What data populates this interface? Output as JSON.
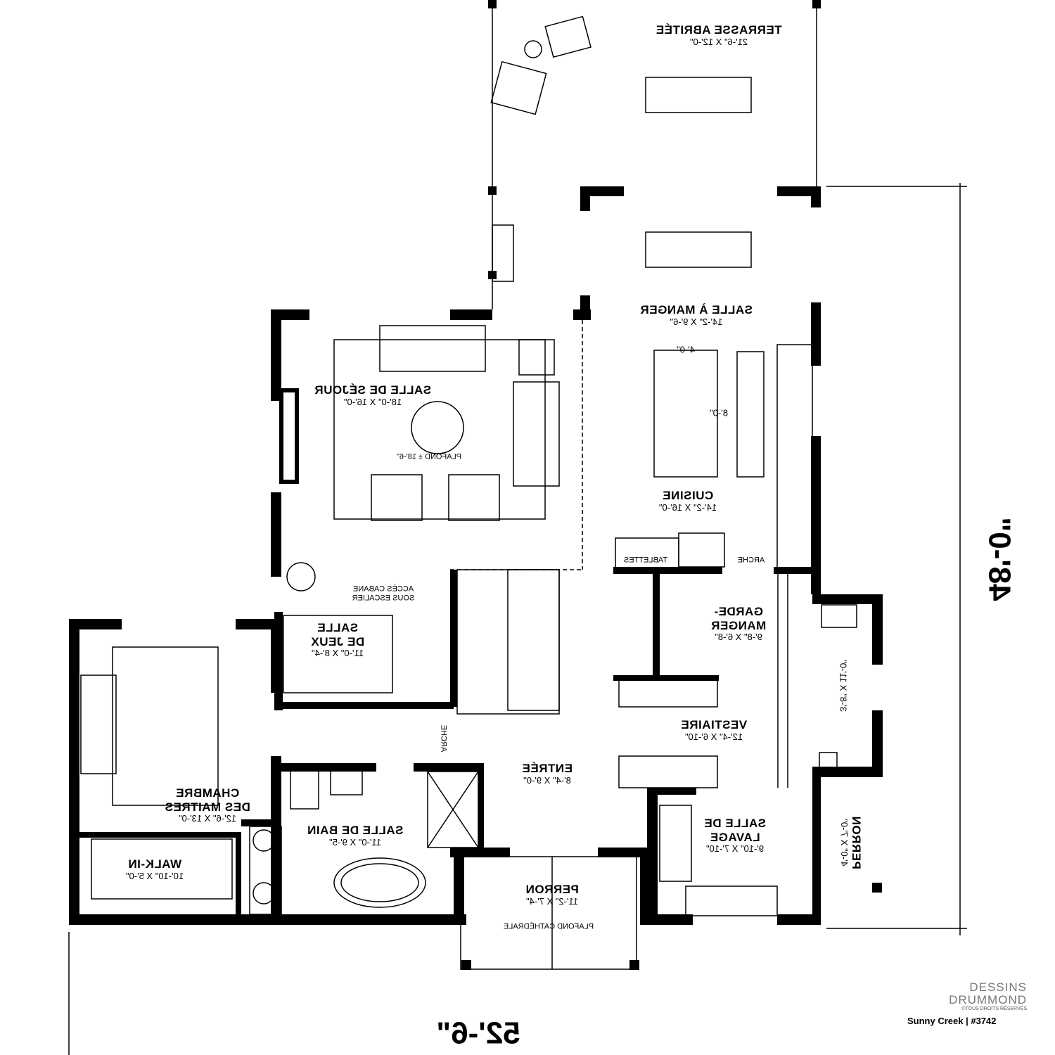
{
  "rooms": {
    "terrasse": {
      "name": "TERRASSE ABRITÉE",
      "dims": "21'-6\" X 12'-0\""
    },
    "salle_manger": {
      "name": "SALLE À MANGER",
      "dims": "14'-2\" X 9'-6\""
    },
    "sejour": {
      "name": "SALLE DE SÉJOUR",
      "dims": "18'-0\" X 16'-0\"",
      "note": "PLAFOND ± 18'-6\""
    },
    "cuisine": {
      "name": "CUISINE",
      "dims": "14'-2\" X 16'-0\"",
      "island_w": "4'-0\"",
      "island_l": "8'-0\""
    },
    "jeux": {
      "name1": "SALLE",
      "name2": "DE JEUX",
      "dims": "11'-0\" X 8'-4\""
    },
    "garde_manger": {
      "name1": "GARDE-",
      "name2": "MANGER",
      "dims": "9'-8\" X 6'-8\""
    },
    "vestiaire": {
      "name": "VESTIAIRE",
      "dims": "12'-4\" X 6'-10\""
    },
    "entree": {
      "name": "ENTRÉE",
      "dims": "8'-4\" X 9'-0\""
    },
    "chambre": {
      "name1": "CHAMBRE",
      "name2": "DES MAITRES",
      "dims": "12'-6\" X 13'-0\""
    },
    "bain": {
      "name": "SALLE DE BAIN",
      "dims": "11'-0\" X 9'-5\""
    },
    "lavage": {
      "name1": "SALLE DE",
      "name2": "LAVAGE",
      "dims": "9'-10\" X 7'-10\""
    },
    "walkin": {
      "name": "WALK-IN",
      "dims": "10'-10\" X 5'-0\""
    },
    "perron": {
      "name": "PERRON",
      "dims": "11'-2\" X 7'-4\"",
      "note": "PLAFOND CATHÉDRALE"
    },
    "perron_side": {
      "name": "PERRON",
      "dims": "4'-0\" X 7'-0\""
    },
    "vestibule": {
      "dims": "3'-8\" X 11'-0\""
    }
  },
  "notes": {
    "tablettes": "TABLETTES",
    "arche1": "ARCHE",
    "arche2": "ARCHE",
    "acces1": "ACCÈS CABANE",
    "acces2": "SOUS ESCALIER"
  },
  "overall": {
    "depth": "48'-0\"",
    "width": "52'-6\""
  },
  "branding": {
    "line1": "DESSINS",
    "line2": "DRUMMOND",
    "rights": "©TOUS DROITS RÉSERVÉS",
    "plan": "Sunny Creek | #3742"
  }
}
